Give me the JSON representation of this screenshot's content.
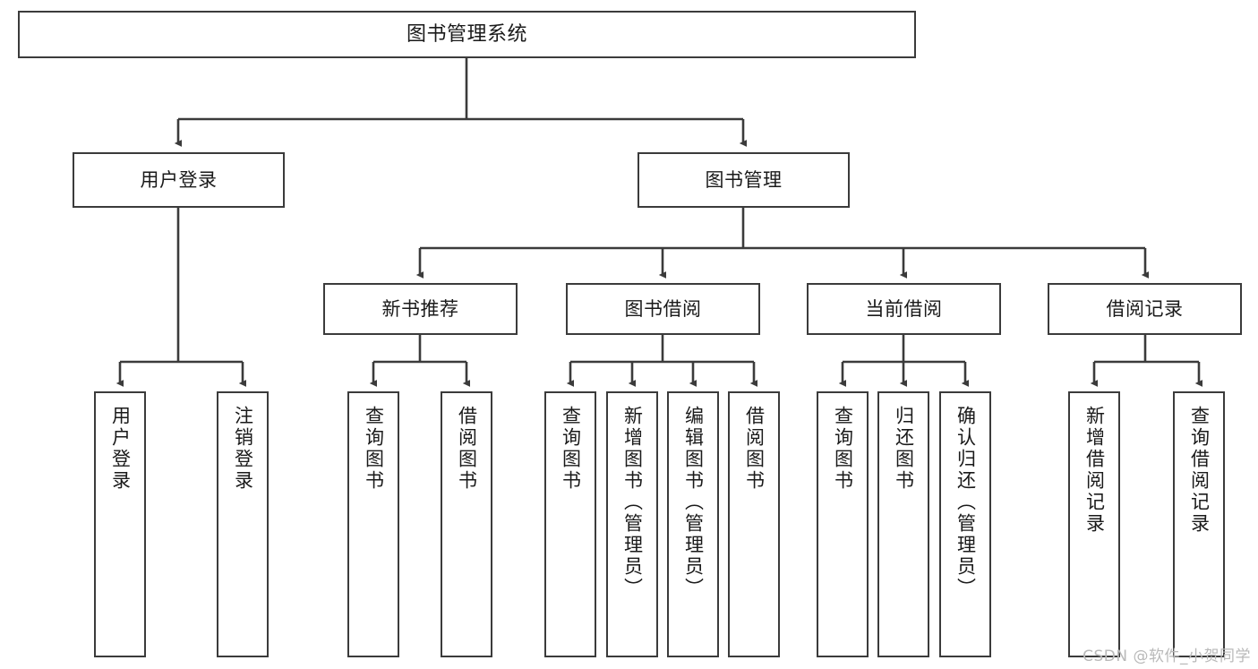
{
  "diagram": {
    "title": "图书管理系统",
    "type": "tree",
    "orientation": "top-down",
    "colors": {
      "box_border": "#3b3b3b",
      "box_fill": "#ffffff",
      "connector": "#3b3b3b",
      "text": "#1a1a1a",
      "watermark": "#b9b9b9",
      "background": "#ffffff"
    },
    "watermark": "CSDN @软件_小贺同学"
  },
  "nodes": {
    "root": {
      "label": "图书管理系统"
    },
    "level2": [
      {
        "label": "用户登录"
      },
      {
        "label": "图书管理"
      }
    ],
    "level3": [
      {
        "label": "新书推荐"
      },
      {
        "label": "图书借阅"
      },
      {
        "label": "当前借阅"
      },
      {
        "label": "借阅记录"
      }
    ],
    "leaves": {
      "user_login": [
        {
          "label": "用户登录"
        },
        {
          "label": "注销登录"
        }
      ],
      "new_book_recommend": [
        {
          "label": "查询图书"
        },
        {
          "label": "借阅图书"
        }
      ],
      "book_borrow": [
        {
          "label": "查询图书"
        },
        {
          "label": "新增图书（管理员）"
        },
        {
          "label": "编辑图书（管理员）"
        },
        {
          "label": "借阅图书"
        }
      ],
      "current_borrow": [
        {
          "label": "查询图书"
        },
        {
          "label": "归还图书"
        },
        {
          "label": "确认归还（管理员）"
        }
      ],
      "borrow_record": [
        {
          "label": "新增借阅记录"
        },
        {
          "label": "查询借阅记录"
        }
      ]
    }
  }
}
